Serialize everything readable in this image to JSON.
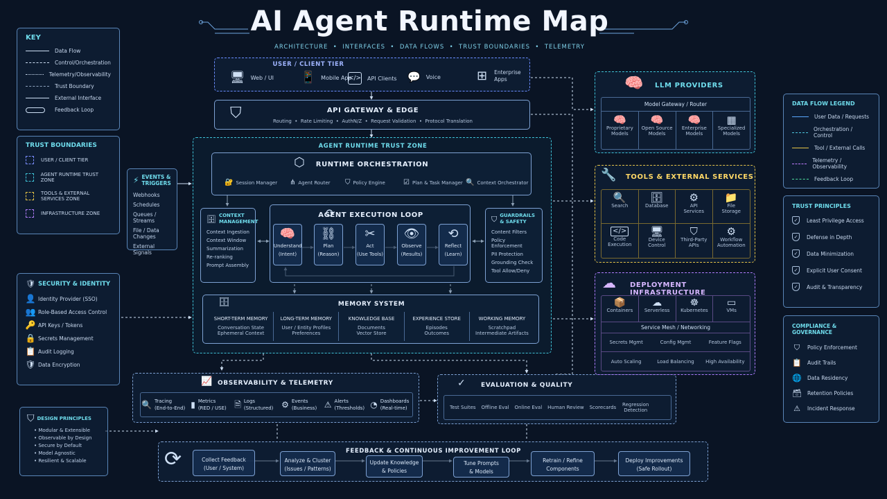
{
  "title": "AI Agent Runtime Map",
  "subtitle": "ARCHITECTURE  •  INTERFACES  •  DATA FLOWS  •  TRUST BOUNDARIES  •  TELEMETRY",
  "key": {
    "title": "KEY",
    "items": [
      "Data Flow",
      "Control/Orchestration",
      "Telemetry/Observability",
      "Trust Boundary",
      "External Interface",
      "Feedback Loop"
    ]
  },
  "trust_boundaries": {
    "title": "TRUST BOUNDARIES",
    "items": [
      "USER / CLIENT TIER",
      "AGENT RUNTIME TRUST ZONE",
      "TOOLS & EXTERNAL SERVICES ZONE",
      "INFRASTRUCTURE ZONE"
    ]
  },
  "events": {
    "title": "EVENTS & TRIGGERS",
    "items": [
      "Webhooks",
      "Schedules",
      "Queues / Streams",
      "File / Data Changes",
      "External Signals"
    ]
  },
  "security": {
    "title": "SECURITY & IDENTITY",
    "items": [
      "Identity Provider (SSO)",
      "Role-Based Access Control",
      "API Keys / Tokens",
      "Secrets Management",
      "Audit Logging",
      "Data Encryption"
    ]
  },
  "design": {
    "title": "DESIGN PRINCIPLES",
    "items": [
      "• Modular & Extensible",
      "• Observable by Design",
      "• Secure by Default",
      "• Model Agnostic",
      "• Resilient & Scalable"
    ]
  },
  "user_tier": {
    "title": "USER / CLIENT TIER",
    "items": [
      "Web / UI",
      "Mobile App",
      "API Clients",
      "Voice",
      "Enterprise Apps"
    ]
  },
  "gateway": {
    "title": "API GATEWAY & EDGE",
    "desc": "Routing  •  Rate Limiting  •  AuthN/Z  •  Request Validation  •  Protocol Translation"
  },
  "zone": {
    "title": "AGENT RUNTIME TRUST ZONE"
  },
  "orchestration": {
    "title": "RUNTIME ORCHESTRATION",
    "items": [
      "Session Manager",
      "Agent Router",
      "Policy Engine",
      "Plan & Task Manager",
      "Context Orchestrator"
    ]
  },
  "context": {
    "title": "CONTEXT MANAGEMENT",
    "items": [
      "Context Ingestion",
      "Context Window",
      "Summarization",
      "Re-ranking",
      "Prompt Assembly"
    ]
  },
  "loop": {
    "title": "AGENT EXECUTION LOOP",
    "steps": [
      {
        "n": "Understand",
        "s": "(Intent)"
      },
      {
        "n": "Plan",
        "s": "(Reason)"
      },
      {
        "n": "Act",
        "s": "(Use Tools)"
      },
      {
        "n": "Observe",
        "s": "(Results)"
      },
      {
        "n": "Reflect",
        "s": "(Learn)"
      }
    ]
  },
  "guardrails": {
    "title": "GUARDRAILS & SAFETY",
    "items": [
      "Content Filters",
      "Policy Enforcement",
      "PII Protection",
      "Grounding Check",
      "Tool Allow/Deny"
    ]
  },
  "memory": {
    "title": "MEMORY SYSTEM",
    "cols": [
      {
        "h": "SHORT-TERM MEMORY",
        "a": "Conversation State",
        "b": "Ephemeral Context"
      },
      {
        "h": "LONG-TERM MEMORY",
        "a": "User / Entity Profiles",
        "b": "Preferences"
      },
      {
        "h": "KNOWLEDGE BASE",
        "a": "Documents",
        "b": "Vector Store"
      },
      {
        "h": "EXPERIENCE STORE",
        "a": "Episodes",
        "b": "Outcomes"
      },
      {
        "h": "WORKING MEMORY",
        "a": "Scratchpad",
        "b": "Intermediate Artifacts"
      }
    ]
  },
  "observability": {
    "title": "OBSERVABILITY & TELEMETRY",
    "items": [
      {
        "a": "Tracing",
        "b": "(End-to-End)"
      },
      {
        "a": "Metrics",
        "b": "(RED / USE)"
      },
      {
        "a": "Logs",
        "b": "(Structured)"
      },
      {
        "a": "Events",
        "b": "(Business)"
      },
      {
        "a": "Alerts",
        "b": "(Thresholds)"
      },
      {
        "a": "Dashboards",
        "b": "(Real-time)"
      }
    ]
  },
  "evaluation": {
    "title": "EVALUATION & QUALITY",
    "items": [
      "Test Suites",
      "Offline Eval",
      "Online Eval",
      "Human Review",
      "Scorecards",
      "Regression Detection"
    ]
  },
  "feedback": {
    "title": "FEEDBACK & CONTINUOUS IMPROVEMENT LOOP",
    "steps": [
      {
        "a": "Collect Feedback",
        "b": "(User / System)"
      },
      {
        "a": "Analyze & Cluster",
        "b": "(Issues / Patterns)"
      },
      {
        "a": "Update Knowledge",
        "b": "& Policies"
      },
      {
        "a": "Tune Prompts",
        "b": "& Models"
      },
      {
        "a": "Retrain / Refine",
        "b": "Components"
      },
      {
        "a": "Deploy Improvements",
        "b": "(Safe Rollout)"
      }
    ]
  },
  "llm": {
    "title": "LLM PROVIDERS",
    "gateway": "Model Gateway / Router",
    "items": [
      {
        "a": "Proprietary",
        "b": "Models"
      },
      {
        "a": "Open Source",
        "b": "Models"
      },
      {
        "a": "Enterprise",
        "b": "Models"
      },
      {
        "a": "Specialized",
        "b": "Models"
      }
    ]
  },
  "tools": {
    "title": "TOOLS & EXTERNAL SERVICES",
    "items": [
      {
        "a": "Search",
        "b": ""
      },
      {
        "a": "Database",
        "b": ""
      },
      {
        "a": "API",
        "b": "Services"
      },
      {
        "a": "File",
        "b": "Storage"
      },
      {
        "a": "Code",
        "b": "Execution"
      },
      {
        "a": "Device",
        "b": "Control"
      },
      {
        "a": "Third-Party",
        "b": "APIs"
      },
      {
        "a": "Workflow",
        "b": "Automation"
      }
    ]
  },
  "infra": {
    "title": "DEPLOYMENT INFRASTRUCTURE",
    "items": [
      "Containers",
      "Serverless",
      "Kubernetes",
      "VMs"
    ],
    "mesh": "Service Mesh / Networking",
    "row1": [
      "Secrets Mgmt",
      "Config Mgmt",
      "Feature Flags"
    ],
    "row2": [
      "Auto Scaling",
      "Load Balancing",
      "High Availability"
    ]
  },
  "dfl": {
    "title": "DATA FLOW LEGEND",
    "items": [
      "User Data / Requests",
      "Orchestration / Control",
      "Tool / External Calls",
      "Telemetry / Observability",
      "Feedback Loop"
    ],
    "colors": [
      "#5aa8ff",
      "#4fc8e0",
      "#e8c547",
      "#c07cff",
      "#4fe0a0"
    ]
  },
  "trust_principles": {
    "title": "TRUST PRINCIPLES",
    "items": [
      "Least Privilege Access",
      "Defense in Depth",
      "Data Minimization",
      "Explicit User Consent",
      "Audit & Transparency"
    ]
  },
  "compliance": {
    "title": "COMPLIANCE & GOVERNANCE",
    "items": [
      "Policy Enforcement",
      "Audit Trails",
      "Data Residency",
      "Retention Policies",
      "Incident Response"
    ]
  }
}
